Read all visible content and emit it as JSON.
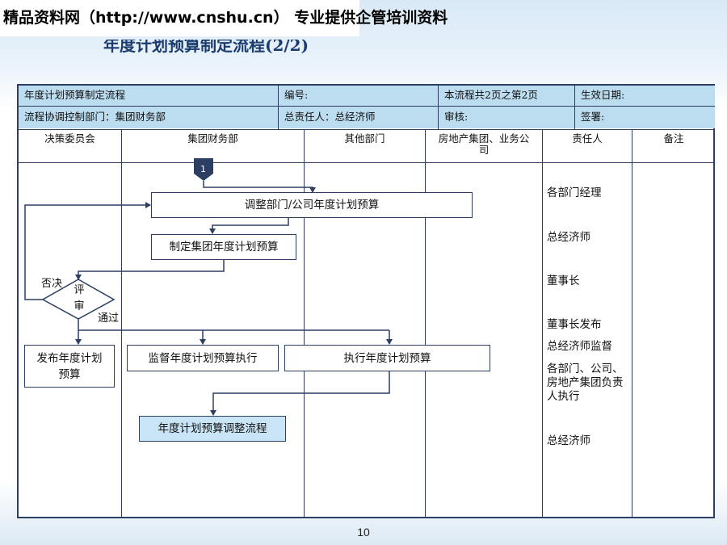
{
  "banner": "精品资料网（http://www.cnshu.cn） 专业提供企管培训资料",
  "title": "年度计划预算制定流程(2/2)",
  "page_number": "10",
  "header": {
    "row1": {
      "process_name": "年度计划预算制定流程",
      "number_label": "编号:",
      "pages": "本流程共2页之第2页",
      "effective_date": "生效日期:"
    },
    "row2": {
      "coordinator": "流程协调控制部门：集团财务部",
      "owner": "总责任人：总经济师",
      "review": "审核:",
      "sign": "签署:"
    }
  },
  "columns": [
    "决策委员会",
    "集团财务部",
    "其他部门",
    "房地产集团、业务公司",
    "责任人",
    "备注"
  ],
  "connector": "1",
  "steps": {
    "adjust": "调整部门/公司年度计划预算",
    "draft": "制定集团年度计划预算",
    "review": "评审",
    "publish": "发布年度计划预算",
    "monitor": "监督年度计划预算执行",
    "execute": "执行年度计划预算",
    "adjust_flow": "年度计划预算调整流程"
  },
  "branch_labels": {
    "reject": "否决",
    "pass": "通过"
  },
  "responsibles": [
    "各部门经理",
    "总经济师",
    "董事长",
    "董事长发布",
    "总经济师监督",
    "各部门、公司、房地产集团负责人执行",
    "总经济师"
  ],
  "colors": {
    "header_fill": "#bcdcef",
    "line": "#2c3e62",
    "highlight": "#c9e4f4"
  }
}
